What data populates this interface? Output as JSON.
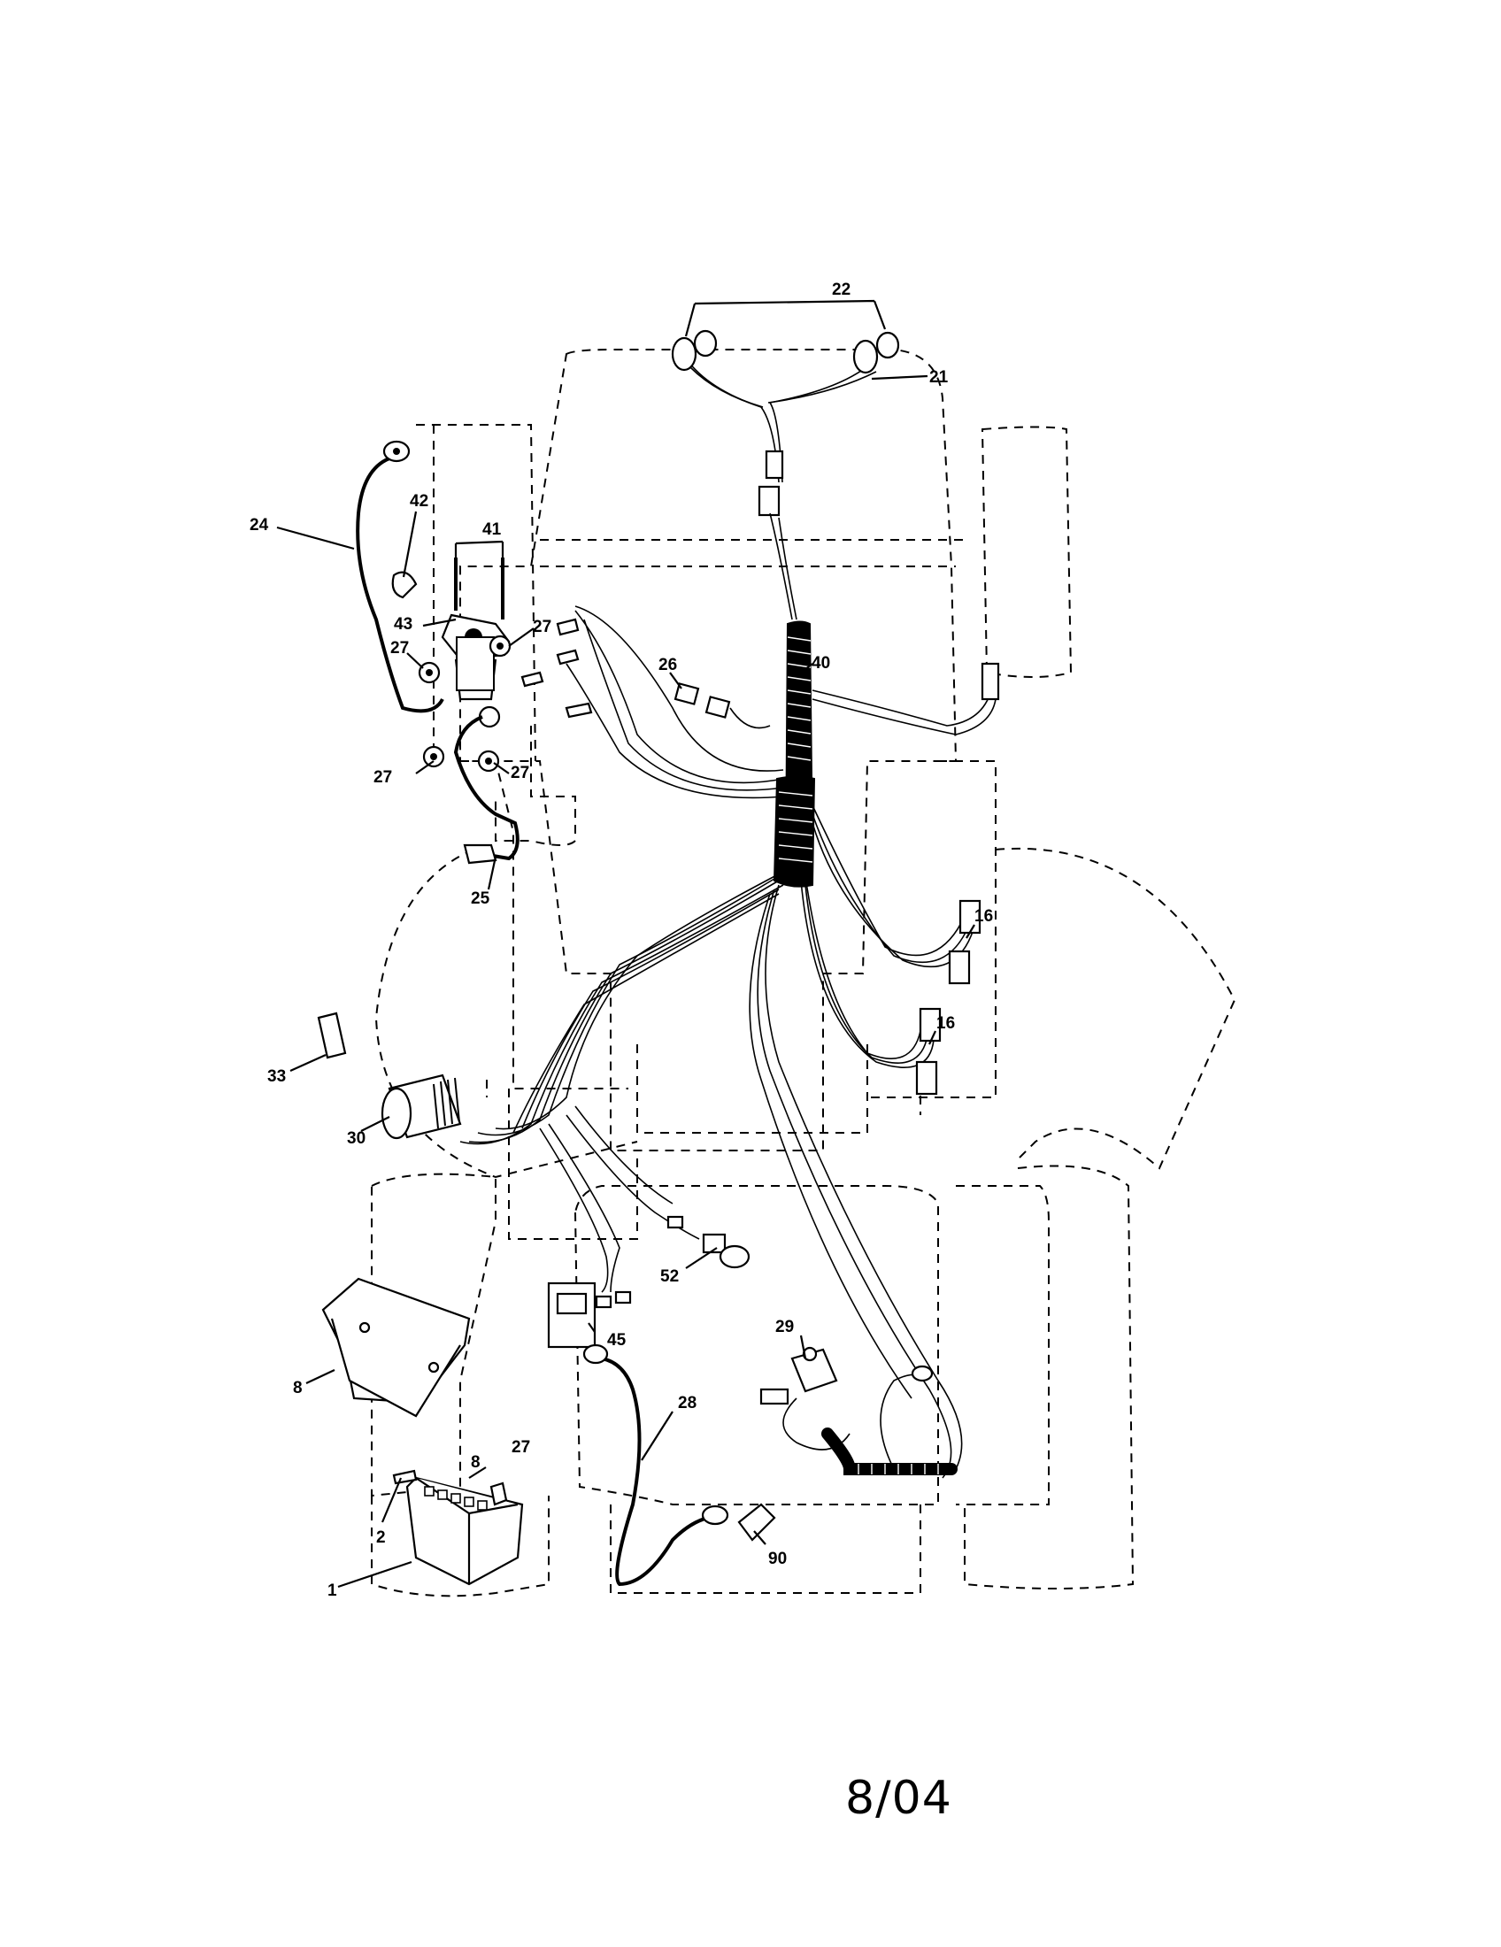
{
  "footer": {
    "date": "8/04"
  },
  "callouts": {
    "c22": "22",
    "c21": "21",
    "c24": "24",
    "c42": "42",
    "c41": "41",
    "c43": "43",
    "c27a": "27",
    "c27b": "27",
    "c27c": "27",
    "c27d": "27",
    "c27e": "27",
    "c26": "26",
    "c40": "40",
    "c25": "25",
    "c16a": "16",
    "c16b": "16",
    "c33": "33",
    "c30": "30",
    "c52": "52",
    "c45": "45",
    "c29": "29",
    "c8a": "8",
    "c28": "28",
    "c8b": "8",
    "c2": "2",
    "c1": "1",
    "c90": "90"
  }
}
